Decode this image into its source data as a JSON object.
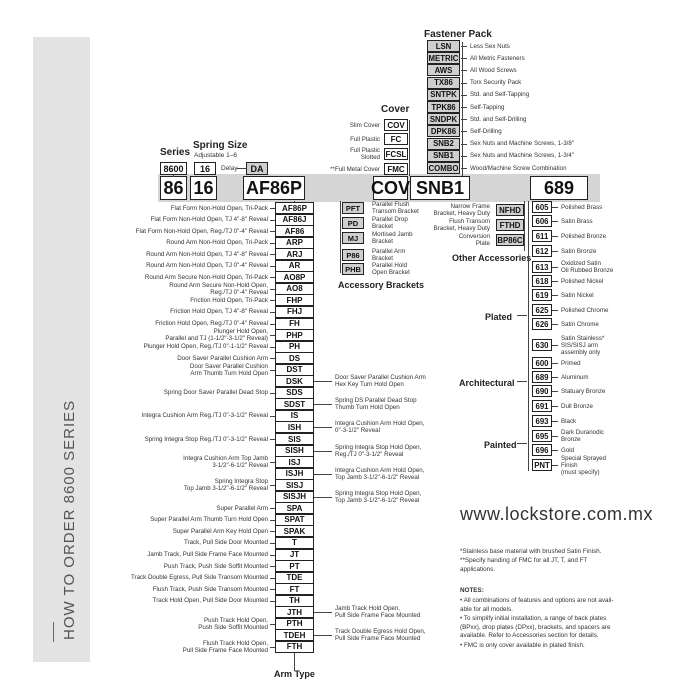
{
  "sidebar": {
    "title": "HOW TO ORDER 8600 SERIES"
  },
  "main_band": [
    {
      "id": "series",
      "text": "86"
    },
    {
      "id": "spring",
      "text": "16"
    },
    {
      "id": "arm",
      "text": "AF86P"
    },
    {
      "id": "cover",
      "text": "COV"
    },
    {
      "id": "fastener",
      "text": "SNB1"
    },
    {
      "id": "finish",
      "text": "689"
    }
  ],
  "series": {
    "title": "Series",
    "code": "8600"
  },
  "spring_size": {
    "title": "Spring Size",
    "subtitle": "Adjustable 1–6",
    "code": "16",
    "delay_label": "Delay",
    "delay_code": "DA"
  },
  "cover": {
    "title": "Cover",
    "items": [
      {
        "code": "COV",
        "label": "Slim Cover"
      },
      {
        "code": "FC",
        "label": "Full Plastic"
      },
      {
        "code": "FCSL",
        "label": "Full Plastic\nSlotted"
      },
      {
        "code": "FMC",
        "label": "**Full Metal Cover"
      }
    ]
  },
  "fastener_pack": {
    "title": "Fastener Pack",
    "items": [
      {
        "code": "LSN",
        "label": "Less Sex Nuts"
      },
      {
        "code": "METRIC",
        "label": "All Metric Fasteners"
      },
      {
        "code": "AWS",
        "label": "All Wood Screws"
      },
      {
        "code": "TX86",
        "label": "Torx Security Pack"
      },
      {
        "code": "SNTPK",
        "label": "Std. and Self-Tapping"
      },
      {
        "code": "TPK86",
        "label": "Self-Tapping"
      },
      {
        "code": "SNDPK",
        "label": "Std. and Self-Drilling"
      },
      {
        "code": "DPK86",
        "label": "Self-Drilling"
      },
      {
        "code": "SNB2",
        "label": "Sex Nuts and Machine Screws, 1-3/8\""
      },
      {
        "code": "SNB1",
        "label": "Sex Nuts and Machine Screws, 1-3/4\""
      },
      {
        "code": "COMBO",
        "label": "Wood/Machine Screw Combination"
      }
    ]
  },
  "arm_type": {
    "title": "Arm Type",
    "items": [
      {
        "code": "AF86P",
        "label": "Flat Form Non-Hold Open, Tri-Pack",
        "side": "left"
      },
      {
        "code": "AF86J",
        "label": "Flat Form Non-Hold Open, TJ 4\"-8\" Reveal",
        "side": "left"
      },
      {
        "code": "AF86",
        "label": "Flat Form Non-Hold Open, Reg./TJ 0\"-4\" Reveal",
        "side": "left"
      },
      {
        "code": "ARP",
        "label": "Round Arm Non-Hold Open, Tri-Pack",
        "side": "left"
      },
      {
        "code": "ARJ",
        "label": "Round Arm Non-Hold Open, TJ 4\"-8\" Reveal",
        "side": "left"
      },
      {
        "code": "AR",
        "label": "Round Arm Non-Hold Open, TJ 0\"-4\" Reveal",
        "side": "left"
      },
      {
        "code": "AO8P",
        "label": "Round Arm Secure Non-Hold Open, Tri-Pack",
        "side": "left"
      },
      {
        "code": "AO8",
        "label": "Round Arm Secure Non-Hold Open,\nReg./TJ 0\"-4\" Reveal",
        "side": "left"
      },
      {
        "code": "FHP",
        "label": "Friction Hold Open, Tri-Pack",
        "side": "left"
      },
      {
        "code": "FHJ",
        "label": "Friction Hold Open, TJ 4\"-8\" Reveal",
        "side": "left"
      },
      {
        "code": "FH",
        "label": "Friction Hold Open, Reg./TJ 0\"-4\" Reveal",
        "side": "left"
      },
      {
        "code": "PHP",
        "label": "Plunger Hold Open,\nParallel and TJ (1-1/2\"-3-1/2\" Reveal)",
        "side": "left"
      },
      {
        "code": "PH",
        "label": "Plunger Hold Open, Reg./TJ 0\"-1-1/2\" Reveal",
        "side": "left"
      },
      {
        "code": "DS",
        "label": "Door Saver Parallel Cushion Arm",
        "side": "left"
      },
      {
        "code": "DST",
        "label": "Door Saver Parallel Cushion\nArm Thumb Turn Hold Open",
        "side": "left"
      },
      {
        "code": "DSK",
        "label": "Door Saver Parallel Cushion Arm\nHex Key Turn Hold Open",
        "side": "right"
      },
      {
        "code": "SDS",
        "label": "Spring Door Saver Parallel Dead Stop",
        "side": "left"
      },
      {
        "code": "SDST",
        "label": "Spring DS Parallel Dead Stop\nThumb Turn Hold Open",
        "side": "right"
      },
      {
        "code": "IS",
        "label": "Integra Cushion Arm Reg./TJ 0\"-3-1/2\" Reveal",
        "side": "left"
      },
      {
        "code": "ISH",
        "label": "Integra Cushion Arm Hold Open,\n0\"-3-1/2\" Reveal",
        "side": "right"
      },
      {
        "code": "SIS",
        "label": "Spring Integra Stop Reg./TJ 0\"-3-1/2\" Reveal",
        "side": "left"
      },
      {
        "code": "SISH",
        "label": "Spring Integra Stop Hold Open,\nReg./TJ 0\"-3-1/2\" Reveal",
        "side": "right"
      },
      {
        "code": "ISJ",
        "label": "Integra Cushion Arm Top Jamb\n3-1/2\"-6-1/2\" Reveal",
        "side": "left"
      },
      {
        "code": "ISJH",
        "label": "Integra Cushion Arm Hold Open,\nTop Jamb 3-1/2\"-6-1/2\" Reveal",
        "side": "right"
      },
      {
        "code": "SISJ",
        "label": "Spring Integra Stop\nTop Jamb 3-1/2\"-6-1/2\" Reveal",
        "side": "left"
      },
      {
        "code": "SISJH",
        "label": "Spring Integra Stop Hold Open,\nTop Jamb 3-1/2\"-6-1/2\" Reveal",
        "side": "right"
      },
      {
        "code": "SPA",
        "label": "Super Parallel Arm",
        "side": "left"
      },
      {
        "code": "SPAT",
        "label": "Super Parallel Arm Thumb Turn Hold Open",
        "side": "left"
      },
      {
        "code": "SPAK",
        "label": "Super Parallel Arm Key Hold Open",
        "side": "left"
      },
      {
        "code": "T",
        "label": "Track, Pull Side Door Mounted",
        "side": "left"
      },
      {
        "code": "JT",
        "label": "Jamb Track, Pull Side Frame Face Mounted",
        "side": "left"
      },
      {
        "code": "PT",
        "label": "Push Track, Push Side Soffit Mounted",
        "side": "left"
      },
      {
        "code": "TDE",
        "label": "Track Double Egress, Pull Side Transom Mounted",
        "side": "left"
      },
      {
        "code": "FT",
        "label": "Flush Track, Push Side Transom Mounted",
        "side": "left"
      },
      {
        "code": "TH",
        "label": "Track Hold Open, Pull Side Door Mounted",
        "side": "left"
      },
      {
        "code": "JTH",
        "label": "Jamb Track Hold Open,\nPull Side Frame Face Mounted",
        "side": "right"
      },
      {
        "code": "PTH",
        "label": "Push Track Hold Open,\nPush Side Soffit Mounted",
        "side": "left"
      },
      {
        "code": "TDEH",
        "label": "Track Double Egress Hold Open,\nPull Side Frame Face Mounted",
        "side": "right"
      },
      {
        "code": "FTH",
        "label": "Flush Track Hold Open,\nPull Side Frame Face Mounted",
        "side": "left"
      }
    ]
  },
  "accessory_brackets": {
    "title": "Accessory Brackets",
    "items": [
      {
        "code": "PFT",
        "label": "Parallel Flush\nTransom Bracket"
      },
      {
        "code": "PD",
        "label": "Parallel Drop\nBracket"
      },
      {
        "code": "MJ",
        "label": "Mortised Jamb\nBracket"
      },
      {
        "code": "P86",
        "label": "Parallel Arm\nBracket"
      },
      {
        "code": "PHB",
        "label": "Parallel Hold\nOpen Bracket"
      }
    ]
  },
  "other_accessories": {
    "title": "Other Accessories",
    "items": [
      {
        "code": "NFHD",
        "label": "Narrow Frame\nBracket, Heavy Duty"
      },
      {
        "code": "FTHD",
        "label": "Flush Transom\nBracket, Heavy Duty"
      },
      {
        "code": "BP86C",
        "label": "Conversion\nPlate"
      }
    ]
  },
  "finishes": {
    "groups": [
      {
        "title": "Plated"
      },
      {
        "title": "Architectural"
      },
      {
        "title": "Painted"
      }
    ],
    "items": [
      {
        "code": "605",
        "label": "Polished Brass"
      },
      {
        "code": "606",
        "label": "Satin Brass"
      },
      {
        "code": "611",
        "label": "Polished Bronze"
      },
      {
        "code": "612",
        "label": "Satin Bronze"
      },
      {
        "code": "613",
        "label": "Oxidized Satin\nOil Rubbed Bronze"
      },
      {
        "code": "618",
        "label": "Polished Nickel"
      },
      {
        "code": "619",
        "label": "Satin Nickel"
      },
      {
        "code": "625",
        "label": "Polished Chrome"
      },
      {
        "code": "626",
        "label": "Satin Chrome"
      },
      {
        "code": "630",
        "label": "Satin Stainless*\nSIS/SISJ arm\nassembly only"
      },
      {
        "code": "600",
        "label": "Primed"
      },
      {
        "code": "689",
        "label": "Aluminum"
      },
      {
        "code": "690",
        "label": "Statuary Bronze"
      },
      {
        "code": "691",
        "label": "Dull Bronze"
      },
      {
        "code": "693",
        "label": "Black"
      },
      {
        "code": "695",
        "label": "Dark Duranodic\nBronze"
      },
      {
        "code": "696",
        "label": "Gold"
      },
      {
        "code": "PNT",
        "label": "Special Sprayed\nFinish\n(must specify)"
      }
    ]
  },
  "website": "www.lockstore.com.mx",
  "footnotes": [
    "*Stainless base material with brushed Satin Finish.",
    "**Specify handing of FMC for all JT, T, and FT\napplications."
  ],
  "notes": {
    "title": "NOTES:",
    "items": [
      "• All combinations of features and options are not avail-\n  able for all models.",
      "• To simplify initial installation, a range of back plates\n  (BPxx), drop plates (DPxx), brackets, and spacers are\n  available. Refer to Accessories section for details.",
      "• FMC is only cover available in plated finish."
    ]
  }
}
